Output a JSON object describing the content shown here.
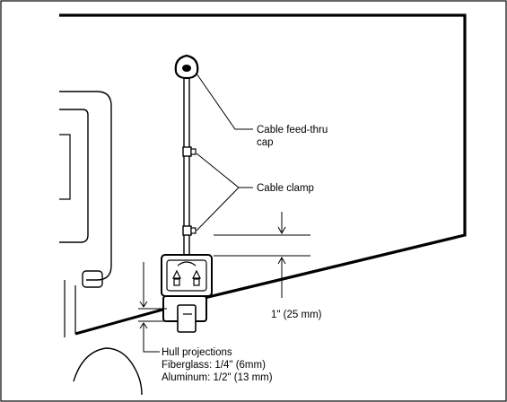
{
  "labels": {
    "feed_thru_line1": "Cable feed-thru",
    "feed_thru_line2": "cap",
    "cable_clamp": "Cable clamp",
    "gap_measure": "1\" (25 mm)",
    "hull_title": "Hull projections",
    "hull_fiberglass": "Fiberglass:  1/4\" (6mm)",
    "hull_aluminum": "Aluminum:  1/2\" (13 mm)"
  },
  "colors": {
    "line": "#000000",
    "background": "#ffffff"
  }
}
